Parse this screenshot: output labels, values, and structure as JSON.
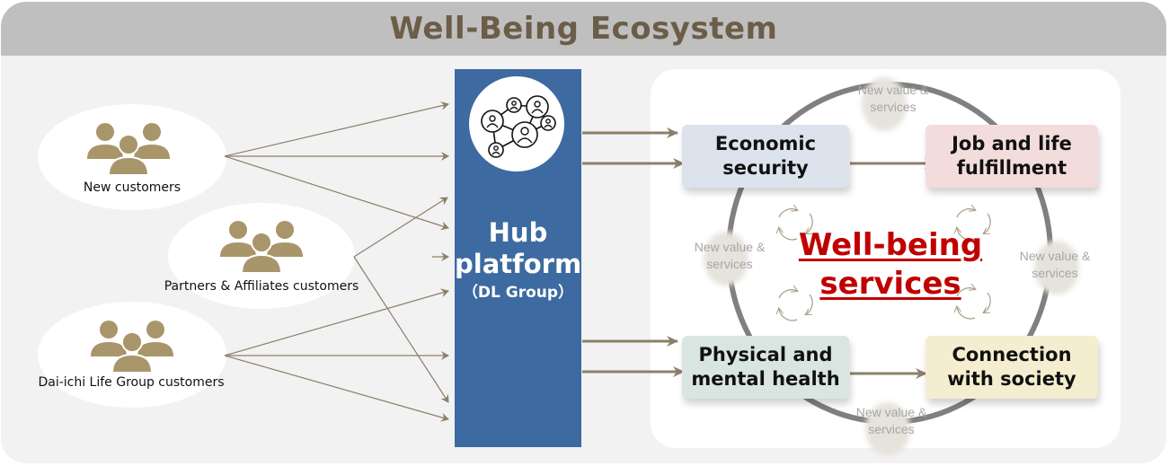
{
  "title": "Well-Being Ecosystem",
  "customer_groups": [
    {
      "label": "New customers",
      "icon": "people-group-icon"
    },
    {
      "label": "Partners & Affiliates customers",
      "icon": "people-group-icon"
    },
    {
      "label": "Dai-ichi Life Group customers",
      "icon": "people-group-icon"
    }
  ],
  "hub": {
    "line1": "Hub",
    "line2": "platform",
    "subtitle": "（DL Group）",
    "icon": "network-people-icon"
  },
  "center": {
    "line1": "Well-being",
    "line2": "services"
  },
  "services": [
    {
      "line1": "Economic",
      "line2": "security",
      "color": "#dde3ec"
    },
    {
      "line1": "Job and life",
      "line2": "fulfillment",
      "color": "#f3dcdc"
    },
    {
      "line1": "Physical and",
      "line2": "mental health",
      "color": "#d9e5e0"
    },
    {
      "line1": "Connection",
      "line2": "with society",
      "color": "#f5edcf"
    }
  ],
  "new_value_labels": [
    {
      "line1": "New value &",
      "line2": "services"
    },
    {
      "line1": "New value &",
      "line2": "services"
    },
    {
      "line1": "New value &",
      "line2": "services"
    },
    {
      "line1": "New value &",
      "line2": "services"
    }
  ],
  "colors": {
    "title_text": "#6b5d48",
    "hub_blue": "#3d6aa0",
    "arrow": "#8c7f6a",
    "people_icon": "#a8956a",
    "accent_red": "#c00000",
    "ring_gray": "#808080"
  }
}
